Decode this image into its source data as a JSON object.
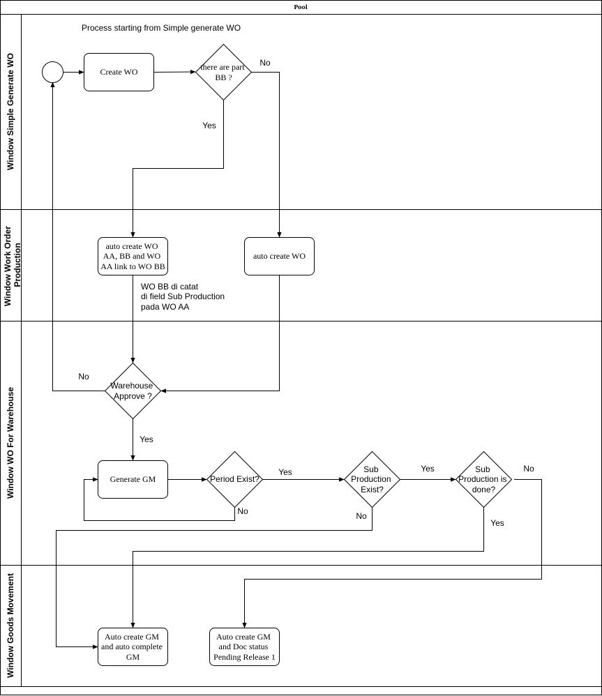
{
  "pool": {
    "title": "Pool"
  },
  "lanes": [
    {
      "id": "simple",
      "label": "Window Simple Generate WO"
    },
    {
      "id": "workorder",
      "label_lines": [
        "Window Work Order",
        "Production"
      ]
    },
    {
      "id": "warehouse",
      "label": "Window WO For Warehouse"
    },
    {
      "id": "goods",
      "label": "Window Goods Movement"
    }
  ],
  "notes": {
    "process_start": "Process starting from Simple generate WO",
    "wo_bb_note": [
      "WO BB di catat",
      "di field Sub Production",
      "pada WO AA"
    ]
  },
  "nodes": {
    "create_wo": [
      "Create WO"
    ],
    "part_bb": [
      "there are part",
      "BB ?"
    ],
    "auto_create_wo_aa_bb": [
      "auto create WO",
      "AA, BB and WO",
      "AA link to WO BB"
    ],
    "auto_create_wo": [
      "auto create WO"
    ],
    "warehouse_approve": [
      "Warehouse",
      "Approve ?"
    ],
    "generate_gm": [
      "Generate GM"
    ],
    "period_exist": [
      "Period Exist?"
    ],
    "sub_production_exist": [
      "Sub",
      "Production",
      "Exist?"
    ],
    "sub_production_done": [
      "Sub",
      "Production is",
      "done?"
    ],
    "auto_gm_complete": [
      "Auto create GM",
      "and auto complete",
      "GM"
    ],
    "auto_gm_pending": [
      "Auto create GM",
      "and Doc status",
      "Pending Release 1"
    ]
  },
  "edge_labels": {
    "part_bb_no": "No",
    "part_bb_yes": "Yes",
    "approve_no": "No",
    "approve_yes": "Yes",
    "period_yes": "Yes",
    "period_no": "No",
    "sub_exist_yes": "Yes",
    "sub_exist_no": "No",
    "sub_done_no": "No",
    "sub_done_yes": "Yes"
  }
}
